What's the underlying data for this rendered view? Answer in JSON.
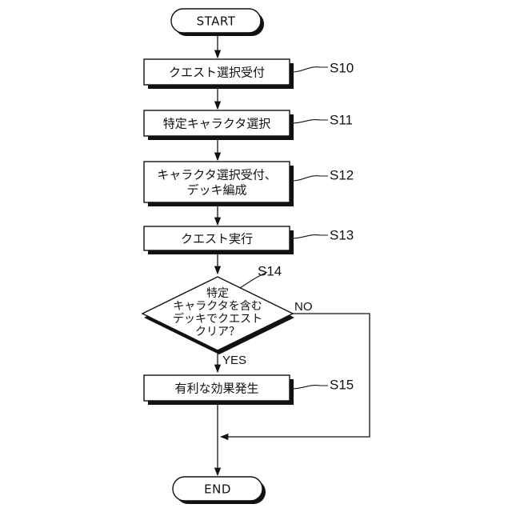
{
  "terminals": {
    "start": "START",
    "end": "END"
  },
  "steps": [
    {
      "id": "S10",
      "lines": [
        "クエスト選択受付"
      ]
    },
    {
      "id": "S11",
      "lines": [
        "特定キャラクタ選択"
      ]
    },
    {
      "id": "S12",
      "lines": [
        "キャラクタ選択受付、",
        "デッキ編成"
      ]
    },
    {
      "id": "S13",
      "lines": [
        "クエスト実行"
      ]
    },
    {
      "id": "S15",
      "lines": [
        "有利な効果発生"
      ]
    }
  ],
  "decision": {
    "id": "S14",
    "lines": [
      "特定",
      "キャラクタを含む",
      "デッキでクエスト",
      "クリア？"
    ],
    "yes_label": "YES",
    "no_label": "NO"
  }
}
